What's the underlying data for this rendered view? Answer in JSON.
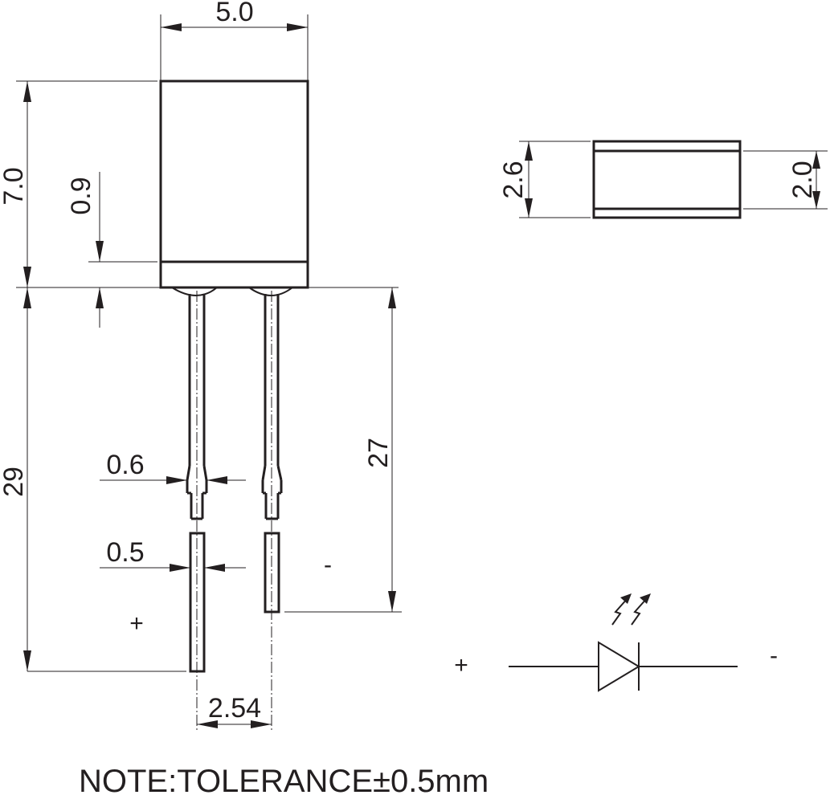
{
  "dimensions": {
    "body_width": "5.0",
    "body_height": "7.0",
    "flange_height": "0.9",
    "lead_length_total": "29",
    "lead_length_short": "27",
    "lead_width_upper": "0.6",
    "lead_width_lower": "0.5",
    "lead_pitch": "2.54",
    "side_height_outer": "2.6",
    "side_height_inner": "2.0"
  },
  "polarity": {
    "anode_sign": "+",
    "cathode_sign": "-",
    "symbol_anode_sign": "+",
    "symbol_cathode_sign": "-"
  },
  "note": "NOTE:TOLERANCE±0.5mm",
  "colors": {
    "ink": "#231f20",
    "background": "#ffffff"
  }
}
